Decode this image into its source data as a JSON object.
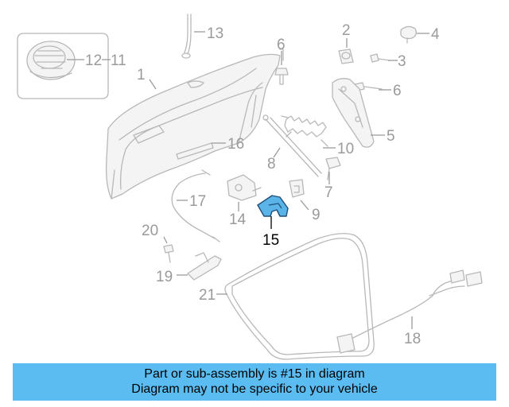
{
  "callouts": {
    "c1": "1",
    "c2": "2",
    "c3": "3",
    "c4": "4",
    "c5": "5",
    "c6a": "6",
    "c6b": "6",
    "c7": "7",
    "c8": "8",
    "c9": "9",
    "c10": "10",
    "c11": "11",
    "c12": "12",
    "c13": "13",
    "c14": "14",
    "c15": "15",
    "c16": "16",
    "c17": "17",
    "c18": "18",
    "c19": "19",
    "c20": "20",
    "c21": "21"
  },
  "highlight_color": "#5ab4e8",
  "banner": {
    "line1": "Part or sub-assembly is #15 in diagram",
    "line2": "Diagram may not be specific to your vehicle",
    "background": "#5bbcf2"
  }
}
